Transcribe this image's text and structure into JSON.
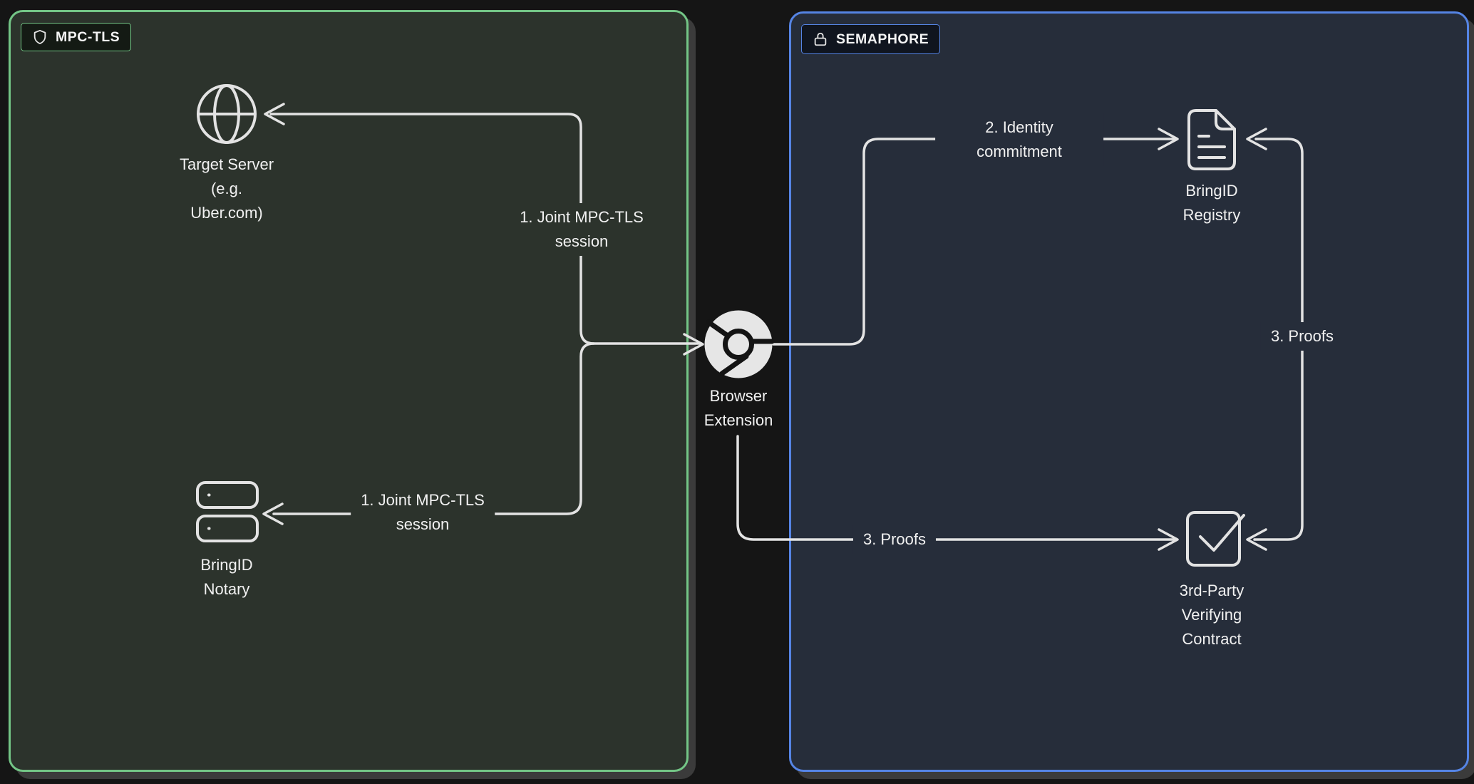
{
  "regions": {
    "mpc_tls": {
      "label": "MPC-TLS",
      "border_color": "#73c586",
      "fill": "#2c332c",
      "badge_icon": "shield-icon"
    },
    "semaphore": {
      "label": "SEMAPHORE",
      "border_color": "#5584e4",
      "fill": "#262d3a",
      "badge_icon": "lock-icon"
    }
  },
  "nodes": {
    "target_server": {
      "label": "Target Server\n(e.g.\nUber.com)",
      "icon": "globe-icon"
    },
    "bringid_notary": {
      "label": "BringID\nNotary",
      "icon": "server-stack-icon"
    },
    "browser_extension": {
      "label": "Browser\nExtension",
      "icon": "chrome-icon"
    },
    "bringid_registry": {
      "label": "BringID\nRegistry",
      "icon": "document-icon"
    },
    "verifying_contract": {
      "label": "3rd-Party\nVerifying\nContract",
      "icon": "check-square-icon"
    }
  },
  "edges": {
    "joint_session_top": {
      "label": "1. Joint MPC-TLS\nsession"
    },
    "joint_session_bottom": {
      "label": "1. Joint MPC-TLS\nsession"
    },
    "identity_commitment": {
      "label": "2. Identity\ncommitment"
    },
    "proofs_bottom": {
      "label": "3. Proofs"
    },
    "proofs_right": {
      "label": "3. Proofs"
    }
  },
  "colors": {
    "background": "#151515",
    "wire": "#e3e3e3",
    "text": "#f1f1f1",
    "shadow": "#3b3b3b"
  }
}
